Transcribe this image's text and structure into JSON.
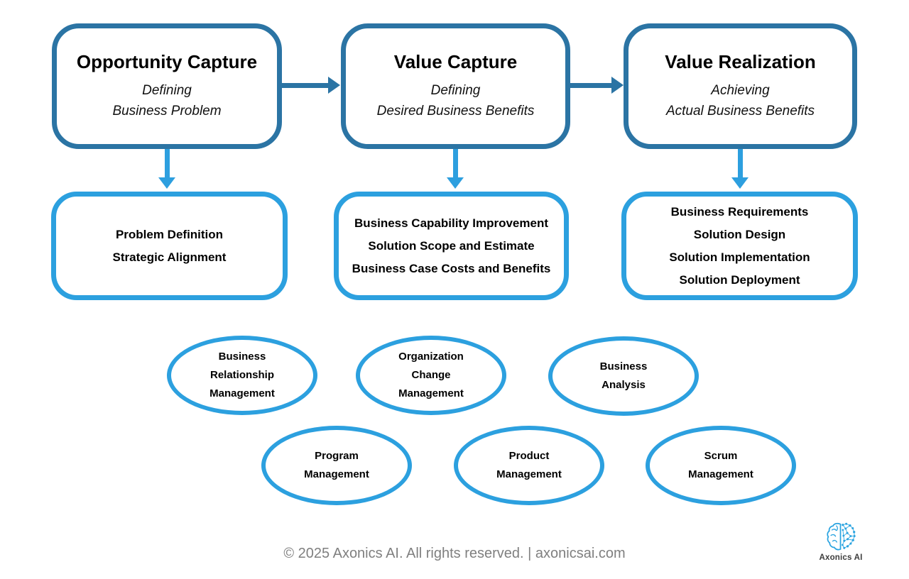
{
  "colors": {
    "dark_blue": "#2B74A4",
    "light_blue": "#2CA0DF",
    "footer_gray": "#7F7F7F"
  },
  "stages": [
    {
      "title": "Opportunity Capture",
      "subtitle_line1": "Defining",
      "subtitle_line2": "Business Problem"
    },
    {
      "title": "Value Capture",
      "subtitle_line1": "Defining",
      "subtitle_line2": "Desired Business Benefits"
    },
    {
      "title": "Value Realization",
      "subtitle_line1": "Achieving",
      "subtitle_line2": "Actual Business Benefits"
    }
  ],
  "detail_boxes": [
    {
      "lines": [
        "Problem Definition",
        "Strategic Alignment"
      ]
    },
    {
      "lines": [
        "Business Capability Improvement",
        "Solution Scope and Estimate",
        "Business Case Costs and Benefits"
      ]
    },
    {
      "lines": [
        "Business Requirements",
        "Solution Design",
        "Solution Implementation",
        "Solution Deployment"
      ]
    }
  ],
  "ellipses": [
    {
      "lines": [
        "Business",
        "Relationship",
        "Management"
      ]
    },
    {
      "lines": [
        "Organization",
        "Change",
        "Management"
      ]
    },
    {
      "lines": [
        "Business",
        "Analysis"
      ]
    },
    {
      "lines": [
        "Program",
        "Management"
      ]
    },
    {
      "lines": [
        "Product",
        "Management"
      ]
    },
    {
      "lines": [
        "Scrum",
        "Management"
      ]
    }
  ],
  "footer": {
    "copyright": "© 2025 Axonics AI. All rights reserved. | axonicsai.com",
    "logo_label": "Axonics AI"
  }
}
